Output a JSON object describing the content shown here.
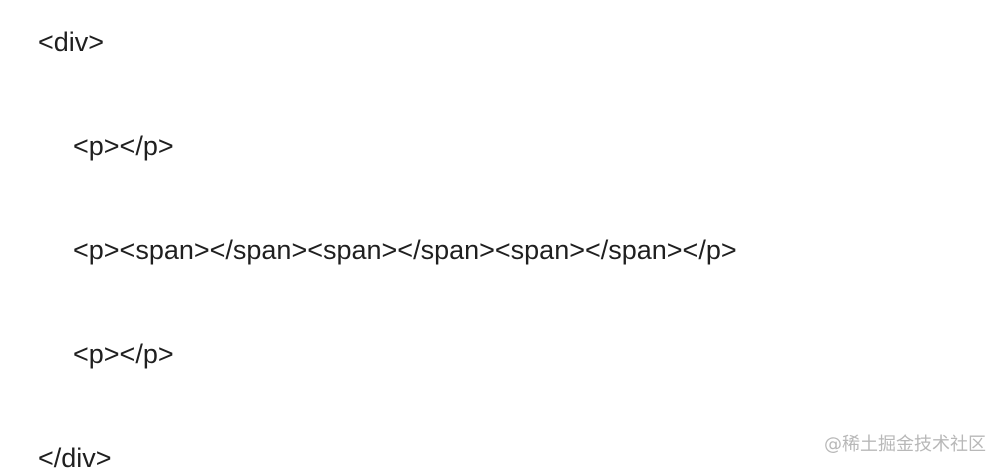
{
  "code": {
    "lines": [
      "<div>",
      "<p></p>",
      "<p><span></span><span></span><span></span></p>",
      "<p></p>",
      "</div>"
    ]
  },
  "watermark": {
    "text": "@稀土掘金技术社区"
  }
}
